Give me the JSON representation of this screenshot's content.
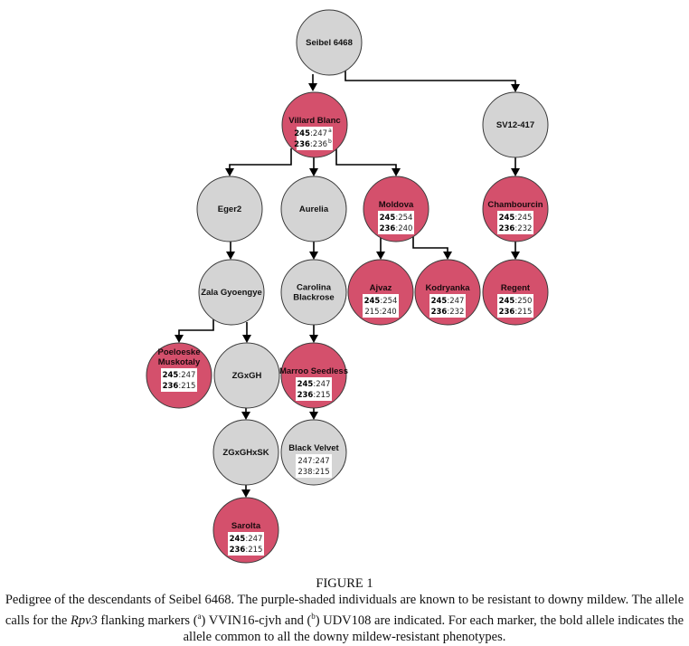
{
  "colors": {
    "resistant_fill": "#d4506c",
    "susceptible_fill": "#d4d4d4",
    "edge": "#000000"
  },
  "nodes": [
    {
      "id": "seibel",
      "name": [
        "Seibel 6468"
      ],
      "resistant": false,
      "alleles": null
    },
    {
      "id": "villard",
      "name": [
        "Villard Blanc"
      ],
      "resistant": true,
      "alleles": [
        {
          "bold": "245",
          "rest": ":247",
          "sup": "a"
        },
        {
          "bold": "236",
          "rest": ":236",
          "sup": "b"
        }
      ]
    },
    {
      "id": "sv12",
      "name": [
        "SV12-417"
      ],
      "resistant": false,
      "alleles": null
    },
    {
      "id": "eger2",
      "name": [
        "Eger2"
      ],
      "resistant": false,
      "alleles": null
    },
    {
      "id": "aurelia",
      "name": [
        "Aurelia"
      ],
      "resistant": false,
      "alleles": null
    },
    {
      "id": "moldova",
      "name": [
        "Moldova"
      ],
      "resistant": true,
      "alleles": [
        {
          "bold": "245",
          "rest": ":254",
          "sup": ""
        },
        {
          "bold": "236",
          "rest": ":240",
          "sup": ""
        }
      ]
    },
    {
      "id": "chambourcin",
      "name": [
        "Chambourcin"
      ],
      "resistant": true,
      "alleles": [
        {
          "bold": "245",
          "rest": ":245",
          "sup": ""
        },
        {
          "bold": "236",
          "rest": ":232",
          "sup": ""
        }
      ]
    },
    {
      "id": "zala",
      "name": [
        "Zala Gyoengye"
      ],
      "resistant": false,
      "alleles": null
    },
    {
      "id": "carolina",
      "name": [
        "Carolina",
        "Blackrose"
      ],
      "resistant": false,
      "alleles": null
    },
    {
      "id": "ajvaz",
      "name": [
        "Ajvaz"
      ],
      "resistant": true,
      "alleles": [
        {
          "bold": "245",
          "rest": ":254",
          "sup": ""
        },
        {
          "bold": "",
          "rest": "215:240",
          "sup": ""
        }
      ]
    },
    {
      "id": "kodryanka",
      "name": [
        "Kodryanka"
      ],
      "resistant": true,
      "alleles": [
        {
          "bold": "245",
          "rest": ":247",
          "sup": ""
        },
        {
          "bold": "236",
          "rest": ":232",
          "sup": ""
        }
      ]
    },
    {
      "id": "regent",
      "name": [
        "Regent"
      ],
      "resistant": true,
      "alleles": [
        {
          "bold": "245",
          "rest": ":250",
          "sup": ""
        },
        {
          "bold": "236",
          "rest": ":215",
          "sup": ""
        }
      ]
    },
    {
      "id": "poeloeske",
      "name": [
        "Poeloeske",
        "Muskotaly"
      ],
      "resistant": true,
      "alleles": [
        {
          "bold": "245",
          "rest": ":247",
          "sup": ""
        },
        {
          "bold": "236",
          "rest": ":215",
          "sup": ""
        }
      ]
    },
    {
      "id": "zgxgh",
      "name": [
        "ZGxGH"
      ],
      "resistant": false,
      "alleles": null
    },
    {
      "id": "marroo",
      "name": [
        "Marroo Seedless"
      ],
      "resistant": true,
      "alleles": [
        {
          "bold": "245",
          "rest": ":247",
          "sup": ""
        },
        {
          "bold": "236",
          "rest": ":215",
          "sup": ""
        }
      ]
    },
    {
      "id": "zgxghxsk",
      "name": [
        "ZGxGHxSK"
      ],
      "resistant": false,
      "alleles": null
    },
    {
      "id": "blackvelvet",
      "name": [
        "Black Velvet"
      ],
      "resistant": false,
      "alleles": [
        {
          "bold": "",
          "rest": "247:247",
          "sup": ""
        },
        {
          "bold": "",
          "rest": "238:215",
          "sup": ""
        }
      ]
    },
    {
      "id": "sarolta",
      "name": [
        "Sarolta"
      ],
      "resistant": true,
      "alleles": [
        {
          "bold": "245",
          "rest": ":247",
          "sup": ""
        },
        {
          "bold": "236",
          "rest": ":215",
          "sup": ""
        }
      ]
    }
  ],
  "edges": [
    {
      "from": "seibel",
      "to": "villard"
    },
    {
      "from": "seibel",
      "to": "sv12"
    },
    {
      "from": "villard",
      "to": "eger2"
    },
    {
      "from": "villard",
      "to": "aurelia"
    },
    {
      "from": "villard",
      "to": "moldova"
    },
    {
      "from": "sv12",
      "to": "chambourcin"
    },
    {
      "from": "eger2",
      "to": "zala"
    },
    {
      "from": "aurelia",
      "to": "carolina"
    },
    {
      "from": "moldova",
      "to": "ajvaz"
    },
    {
      "from": "moldova",
      "to": "kodryanka"
    },
    {
      "from": "chambourcin",
      "to": "regent"
    },
    {
      "from": "zala",
      "to": "poeloeske"
    },
    {
      "from": "zala",
      "to": "zgxgh"
    },
    {
      "from": "carolina",
      "to": "marroo"
    },
    {
      "from": "zgxgh",
      "to": "zgxghxsk"
    },
    {
      "from": "marroo",
      "to": "blackvelvet"
    },
    {
      "from": "zgxghxsk",
      "to": "sarolta"
    }
  ],
  "caption": {
    "title": "FIGURE 1",
    "line1": "Pedigree of the descendants of Seibel 6468. The purple-shaded individuals are known to be resistant to downy mildew. The allele calls for the ",
    "gene": "Rpv3",
    "line2": " flanking markers (",
    "sup_a": "a",
    "line3": ") VVIN16-cjvh and (",
    "sup_b": "b",
    "line4": ") UDV108 are indicated. For each marker, the bold allele indicates the allele common to all the downy mildew-resistant phenotypes."
  }
}
